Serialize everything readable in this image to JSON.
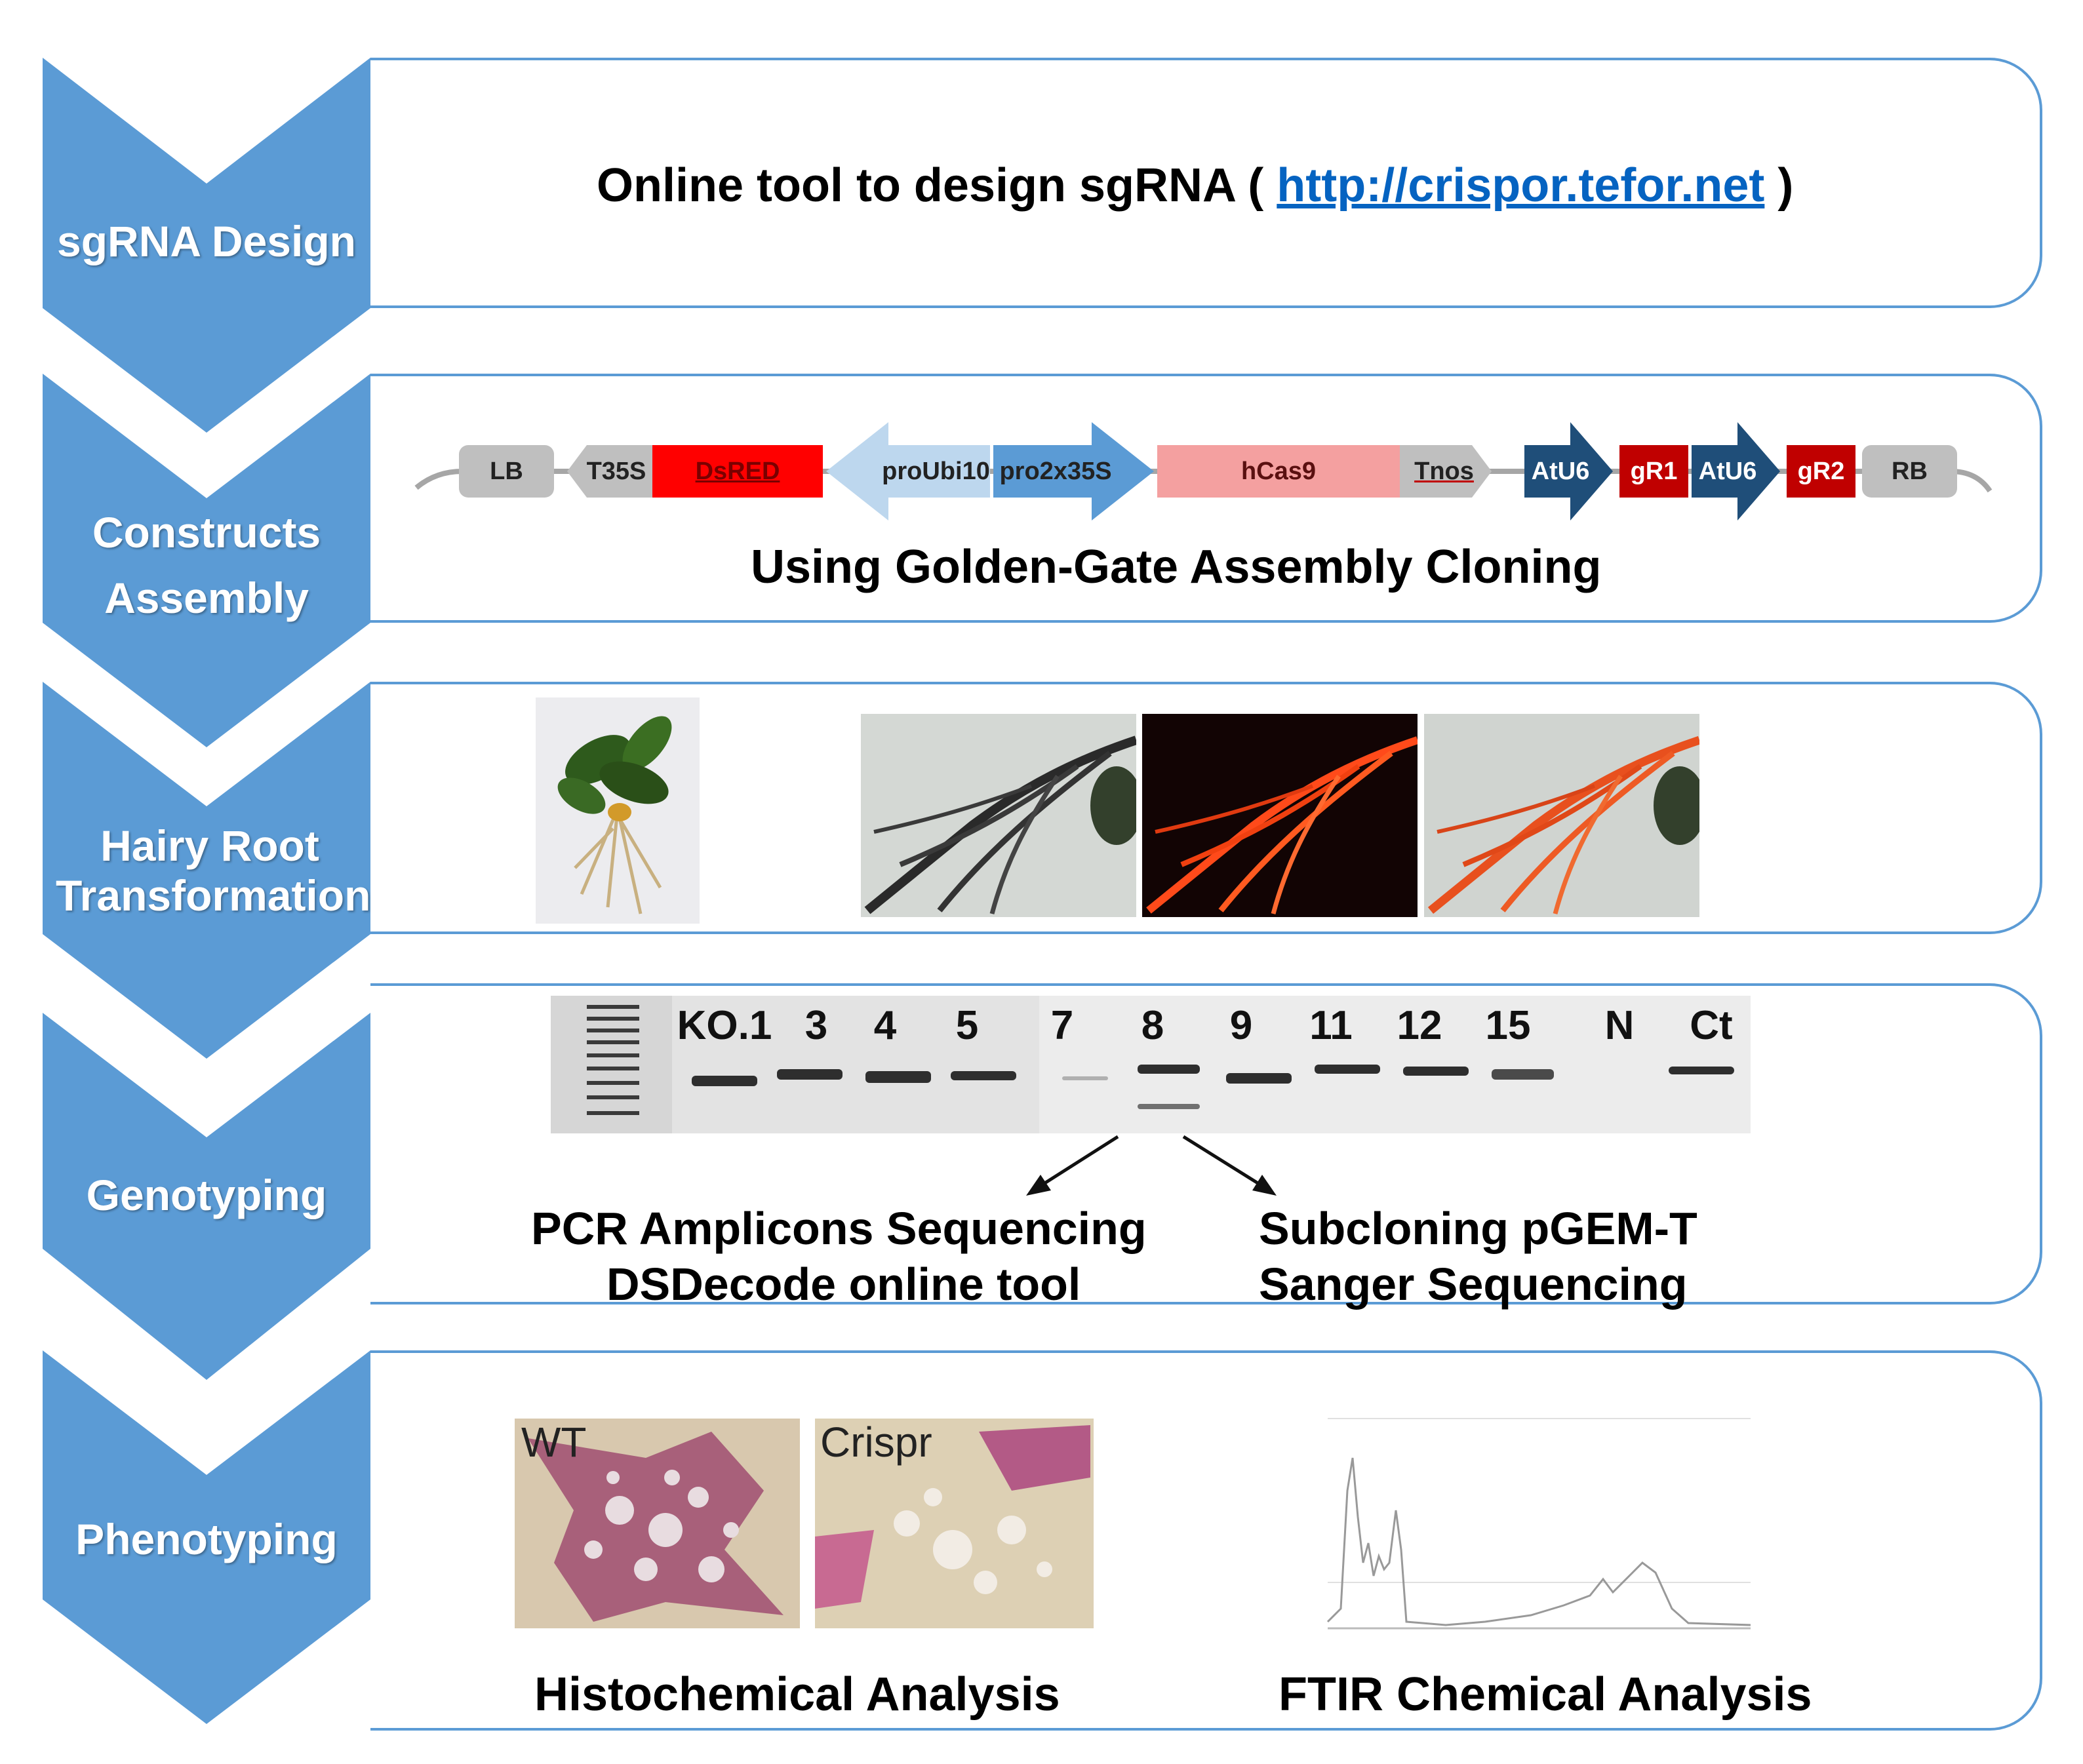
{
  "steps": [
    {
      "label": "sgRNA Design"
    },
    {
      "label": "Constructs Assembly"
    },
    {
      "label": "Hairy Root Transformation"
    },
    {
      "label": "Genotyping"
    },
    {
      "label": "Phenotyping"
    }
  ],
  "design": {
    "text_prefix": "Online tool to design sgRNA ( ",
    "link": "http://crispor.tefor.net",
    "text_suffix": " )"
  },
  "construct": {
    "parts": [
      "LB",
      "T35S",
      "DsRED",
      "proUbi10",
      "pro2x35S",
      "hCas9",
      "Tnos",
      "AtU6",
      "gR1",
      "AtU6",
      "gR2",
      "RB"
    ],
    "caption": "Using Golden-Gate Assembly Cloning",
    "colors": {
      "grey": "#bfbfbf",
      "red": "#ff0000",
      "light_blue": "#bdd7ee",
      "mid_blue": "#5b9bd5",
      "pink": "#f4a0a0",
      "dark_blue": "#1f4e79",
      "dark_red": "#c00000"
    }
  },
  "genotyping": {
    "lanes": [
      "KO.1",
      "3",
      "4",
      "5",
      "7",
      "8",
      "9",
      "11",
      "12",
      "15",
      "N",
      "Ct"
    ],
    "left_method": [
      "PCR Amplicons Sequencing",
      "DSDecode online tool"
    ],
    "right_method": [
      "Subcloning pGEM-T",
      "Sanger Sequencing"
    ]
  },
  "phenotyping": {
    "wt_label": "WT",
    "crispr_label": "Crispr",
    "histo_caption": "Histochemical Analysis",
    "ftir_caption": "FTIR Chemical Analysis"
  },
  "colors": {
    "chevron": "#5b9bd5",
    "panel_border": "#5b9bd5"
  }
}
